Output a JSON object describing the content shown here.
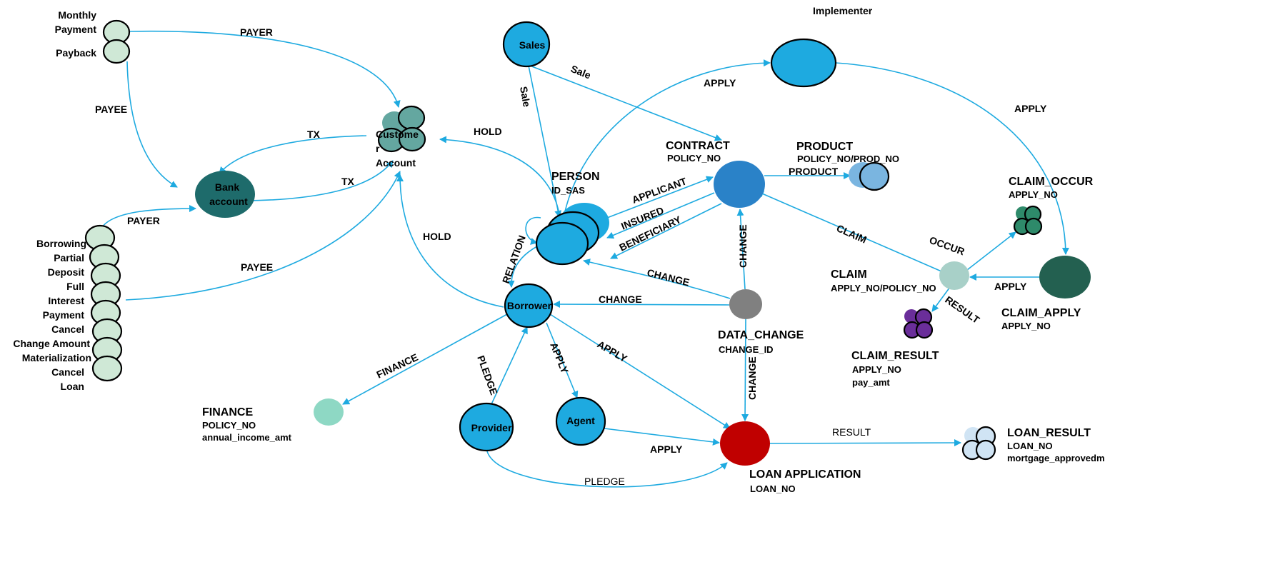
{
  "colors": {
    "edge": "#1eaae0",
    "person": "#1eaae0",
    "contract": "#2a82c8",
    "product": "#7ab5e0",
    "bank": "#1e6b6b",
    "customer_account": "#64a7a0",
    "payment": "#cfe8d6",
    "claim_occur": "#2e8a6a",
    "claim": "#a8d0c8",
    "claim_apply": "#236050",
    "claim_result": "#6a2e9a",
    "data_change": "#808080",
    "finance": "#8ed8c4",
    "loan_application": "#c00000",
    "loan_result": "#d0e4f4"
  },
  "nodes": {
    "monthly_payment": {
      "line1": "Monthly",
      "line2": "Payment"
    },
    "payback": {
      "label": "Payback"
    },
    "customer_account": {
      "line1": "Custome",
      "line2": "r",
      "line3": "Account"
    },
    "bank_account": {
      "line1": "Bank",
      "line2": "account"
    },
    "sales": {
      "label": "Sales"
    },
    "implementer": {
      "label": "Implementer"
    },
    "person": {
      "label": "PERSON",
      "field1": "ID_SAS"
    },
    "contract": {
      "label": "CONTRACT",
      "field1": "POLICY_NO"
    },
    "product": {
      "label": "PRODUCT",
      "field1": "POLICY_NO/PROD_NO"
    },
    "claim_occur": {
      "label": "CLAIM_OCCUR",
      "field1": "APPLY_NO"
    },
    "claim": {
      "label": "CLAIM",
      "field1": "APPLY_NO/POLICY_NO"
    },
    "claim_apply": {
      "label": "CLAIM_APPLY",
      "field1": "APPLY_NO"
    },
    "claim_result": {
      "label": "CLAIM_RESULT",
      "field1": "APPLY_NO",
      "field2": "pay_amt"
    },
    "data_change": {
      "label": "DATA_CHANGE",
      "field1": "CHANGE_ID"
    },
    "borrower": {
      "label": "Borrower"
    },
    "finance": {
      "label": "FINANCE",
      "field1": "POLICY_NO",
      "field2": "annual_income_amt"
    },
    "provider": {
      "label": "Provider"
    },
    "agent": {
      "label": "Agent"
    },
    "loan_application": {
      "label": "LOAN APPLICATION",
      "field1": "LOAN_NO"
    },
    "loan_result": {
      "label": "LOAN_RESULT",
      "field1": "LOAN_NO",
      "field2": "mortgage_approvedm"
    },
    "transactions": [
      "Borrowing",
      "Partial",
      "Deposit",
      "Full",
      "Interest",
      "Payment",
      "Cancel",
      "Change Amount",
      "Materialization",
      "Cancel",
      "Loan"
    ]
  },
  "edges": {
    "payer1": "PAYER",
    "payee1": "PAYEE",
    "tx1": "TX",
    "tx2": "TX",
    "payer2": "PAYER",
    "payee2": "PAYEE",
    "hold1": "HOLD",
    "hold2": "HOLD",
    "sale1": "Sale",
    "sale2": "Sale",
    "apply_impl": "APPLY",
    "apply_claim": "APPLY",
    "product": "PRODUCT",
    "applicant": "APPLICANT",
    "insured": "INSURED",
    "beneficiary": "BENEFICIARY",
    "claim": "CLAIM",
    "occur": "OCCUR",
    "result_claim": "RESULT",
    "apply_claimapply": "APPLY",
    "change_contract": "CHANGE",
    "change_person": "CHANGE",
    "change_borrower": "CHANGE",
    "change_loan": "CHANGE",
    "relation": "RELATION",
    "finance": "FINANCE",
    "pledge1": "PLEDGE",
    "pledge2": "PLEDGE",
    "apply_agent": "APPLY",
    "apply_borrower_loan": "APPLY",
    "apply_agent_loan": "APPLY",
    "result_loan": "RESULT"
  }
}
